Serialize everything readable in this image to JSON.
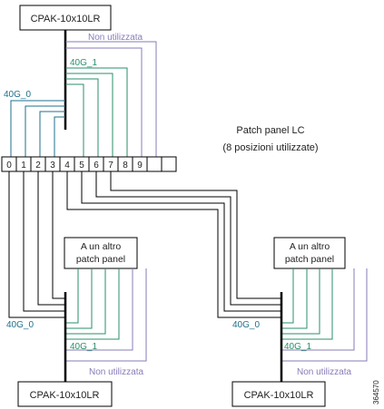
{
  "top_device": {
    "label": "CPAK-10x10LR"
  },
  "bottom_left_device": {
    "label": "CPAK-10x10LR"
  },
  "bottom_right_device": {
    "label": "CPAK-10x10LR"
  },
  "patch_panel": {
    "title": "Patch panel LC",
    "subtitle": "(8 posizioni utilizzate)",
    "positions": [
      "0",
      "1",
      "2",
      "3",
      "4",
      "5",
      "6",
      "7",
      "8",
      "9",
      "",
      ""
    ]
  },
  "groups": {
    "g40_0": "40G_0",
    "g40_1": "40G_1",
    "unused": "Non utilizzata"
  },
  "other_panel_left": {
    "line1": "A un altro",
    "line2": "patch panel"
  },
  "other_panel_right": {
    "line1": "A un altro",
    "line2": "patch panel"
  },
  "figure_id": "364570",
  "colors": {
    "g40_0": "#1f6f8b",
    "g40_1": "#2a8f6a",
    "unused": "#8a7bb8",
    "line": "#000000",
    "text": "#222222"
  }
}
